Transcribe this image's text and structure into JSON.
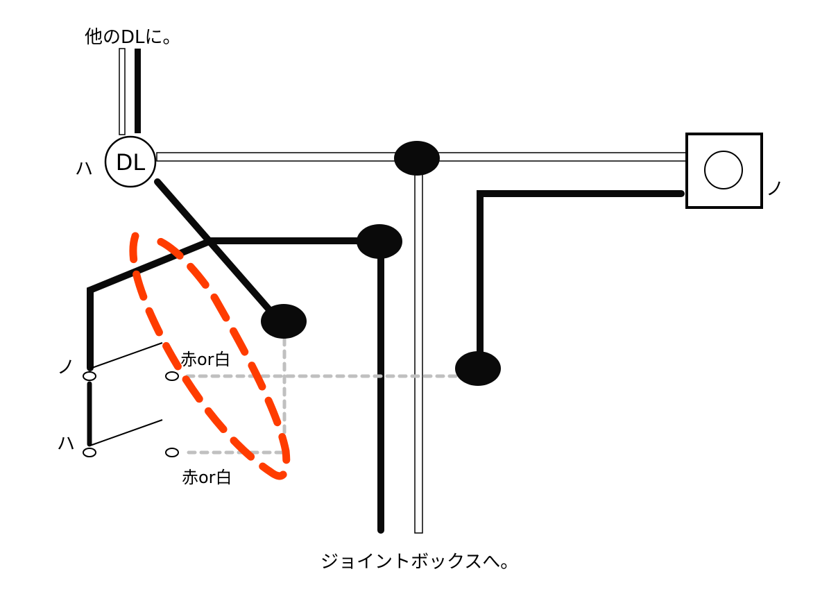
{
  "diagram": {
    "type": "wiring-diagram",
    "colors": {
      "wire_black": "#0a0a0a",
      "wire_white_fill": "#ffffff",
      "wire_outline": "#000000",
      "dotted_wire": "#c0c0c0",
      "highlight": "#ff3c00"
    },
    "labels": {
      "top_note": "他のDLに。",
      "downlight": "DL",
      "downlight_terminal": "ハ",
      "outlet_terminal": "ノ",
      "switch_upper_terminal": "ノ",
      "switch_lower_terminal": "ハ",
      "switch_upper_color": "赤or白",
      "switch_lower_color": "赤or白",
      "bottom_note": "ジョイントボックスへ。"
    },
    "components": [
      {
        "id": "downlight",
        "kind": "downlight",
        "label": "DL",
        "terminal": "ハ"
      },
      {
        "id": "outlet",
        "kind": "outlet-box",
        "terminal": "ノ"
      },
      {
        "id": "joint-top",
        "kind": "junction"
      },
      {
        "id": "joint-mid",
        "kind": "junction"
      },
      {
        "id": "joint-left",
        "kind": "junction"
      },
      {
        "id": "joint-right",
        "kind": "junction"
      },
      {
        "id": "switch-upper",
        "kind": "switch",
        "terminal": "ノ",
        "wire_color": "赤or白"
      },
      {
        "id": "switch-lower",
        "kind": "switch",
        "terminal": "ハ",
        "wire_color": "赤or白"
      }
    ],
    "highlight": {
      "shape": "dashed-ellipse",
      "encloses": [
        "switch-upper-wire",
        "switch-lower-wire"
      ]
    }
  }
}
